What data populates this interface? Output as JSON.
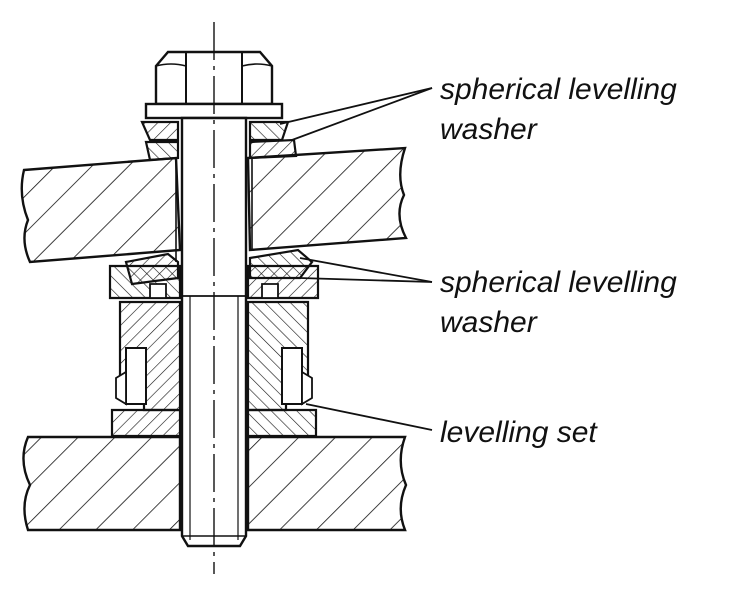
{
  "labels": {
    "washer_top_line1": "spherical levelling",
    "washer_top_line2": "washer",
    "washer_mid_line1": "spherical levelling",
    "washer_mid_line2": "washer",
    "levelling_set": "levelling set"
  },
  "colors": {
    "ink": "#111111",
    "background": "#ffffff",
    "hatch": "#111111"
  }
}
